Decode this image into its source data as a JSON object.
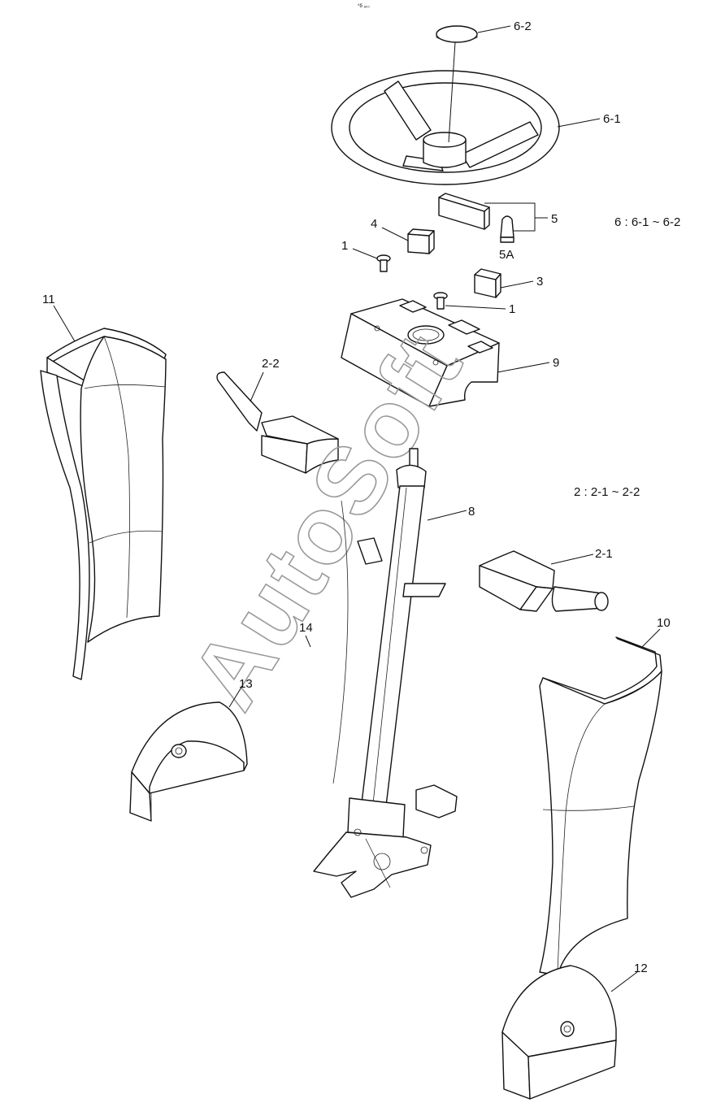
{
  "header_mark": "*ẟ ₐ₀₀",
  "watermark": "AutoSoft",
  "callouts": {
    "p6_2": "6-2",
    "p6_1": "6-1",
    "p5": "5",
    "p5a": "5A",
    "p4": "4",
    "p1_top": "1",
    "p3": "3",
    "p1_mid": "1",
    "p9": "9",
    "p11": "11",
    "p2_2": "2-2",
    "p8": "8",
    "p2_1": "2-1",
    "p14": "14",
    "p10": "10",
    "p13": "13",
    "p12": "12"
  },
  "notes": {
    "group6": "6 : 6-1 ~ 6-2",
    "group2": "2 : 2-1 ~ 2-2"
  }
}
